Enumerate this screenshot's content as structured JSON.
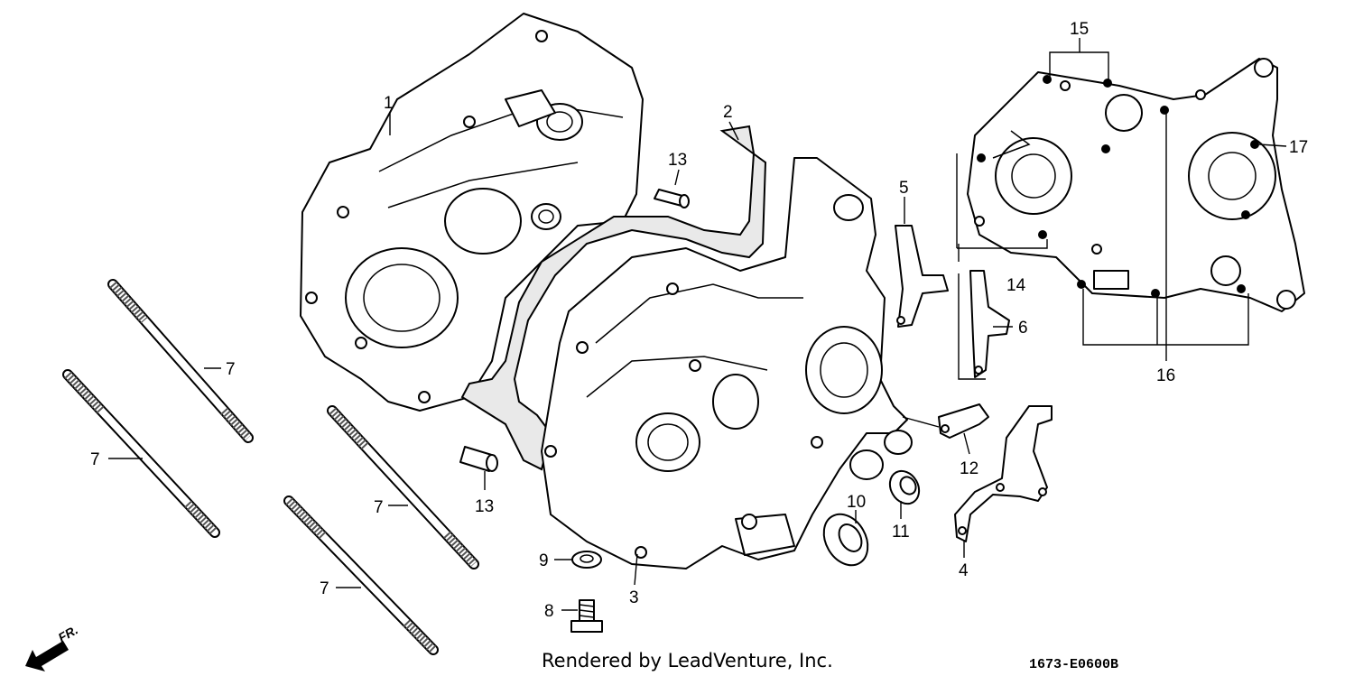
{
  "callouts": {
    "c1": "1",
    "c2": "2",
    "c3": "3",
    "c4": "4",
    "c5": "5",
    "c6": "6",
    "c7a": "7",
    "c7b": "7",
    "c7c": "7",
    "c7d": "7",
    "c8": "8",
    "c9": "9",
    "c10": "10",
    "c11": "11",
    "c12": "12",
    "c13a": "13",
    "c13b": "13",
    "c14": "14",
    "c15": "15",
    "c16": "16",
    "c17": "17"
  },
  "direction_label": "FR.",
  "footer": {
    "credit": "Rendered by LeadVenture, Inc.",
    "diagram_code": "1673-E0600B"
  }
}
